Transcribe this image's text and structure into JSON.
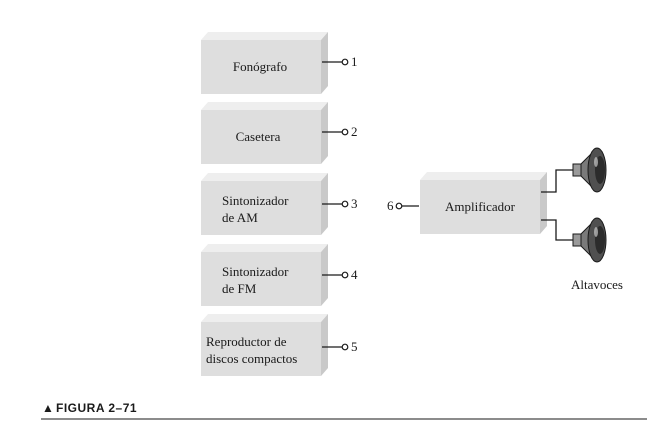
{
  "diagram": {
    "sources": [
      {
        "lines": [
          "Fonógrafo"
        ],
        "number": "1"
      },
      {
        "lines": [
          "Casetera"
        ],
        "number": "2"
      },
      {
        "lines": [
          "Sintonizador",
          "de AM"
        ],
        "number": "3"
      },
      {
        "lines": [
          "Sintonizador",
          "de FM"
        ],
        "number": "4"
      },
      {
        "lines": [
          "Reproductor de",
          "discos compactos"
        ],
        "number": "5"
      }
    ],
    "amplifier": {
      "label": "Amplificador",
      "input_number": "6"
    },
    "speakers_label": "Altavoces"
  },
  "caption": {
    "marker": "▲",
    "text": "FIGURA 2–71"
  },
  "colors": {
    "block_front": "#dedede",
    "block_top": "#eeeeee",
    "block_side": "#c9c9c9",
    "line": "#1a1a1a"
  }
}
